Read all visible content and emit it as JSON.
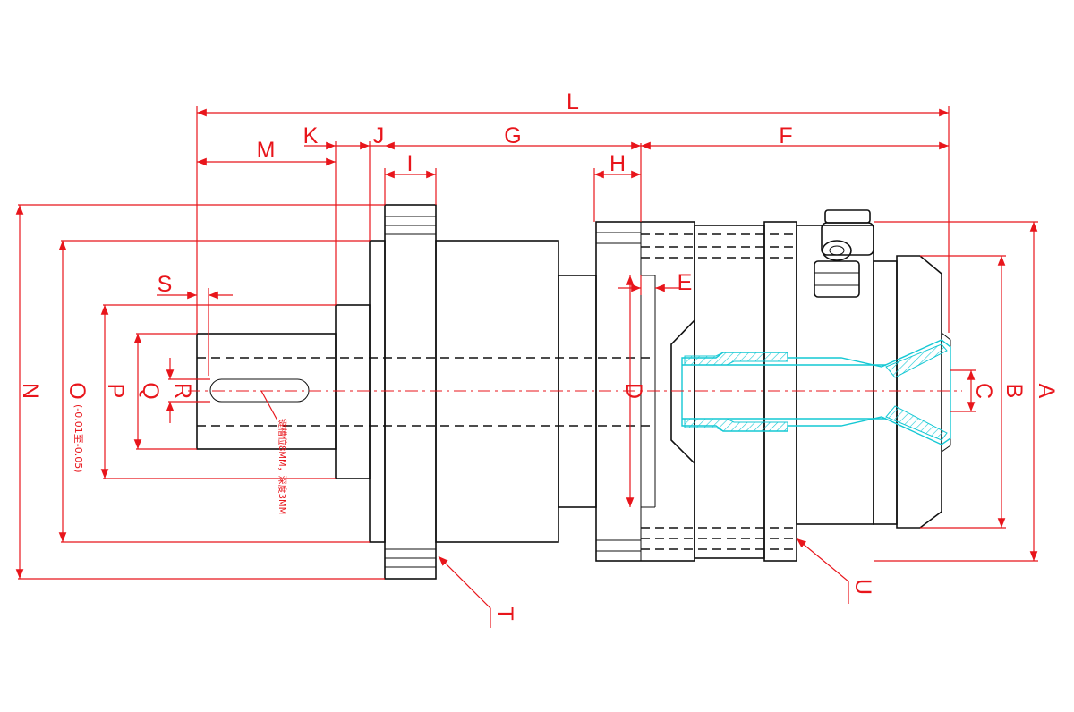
{
  "labels": {
    "A": "A",
    "B": "B",
    "C": "C",
    "D": "D",
    "E": "E",
    "F": "F",
    "G": "G",
    "H": "H",
    "I": "I",
    "J": "J",
    "K": "K",
    "L": "L",
    "M": "M",
    "N": "N",
    "O": "O",
    "P": "P",
    "Q": "Q",
    "R": "R",
    "S": "S",
    "T": "T",
    "U": "U"
  },
  "notes": {
    "keyway": "键槽位8MM，深度3MM",
    "tolerance": "(-0.01至-0.05)"
  },
  "colors": {
    "dimension": "#e8151b",
    "outline": "#111111",
    "collet": "#14c8d4"
  }
}
